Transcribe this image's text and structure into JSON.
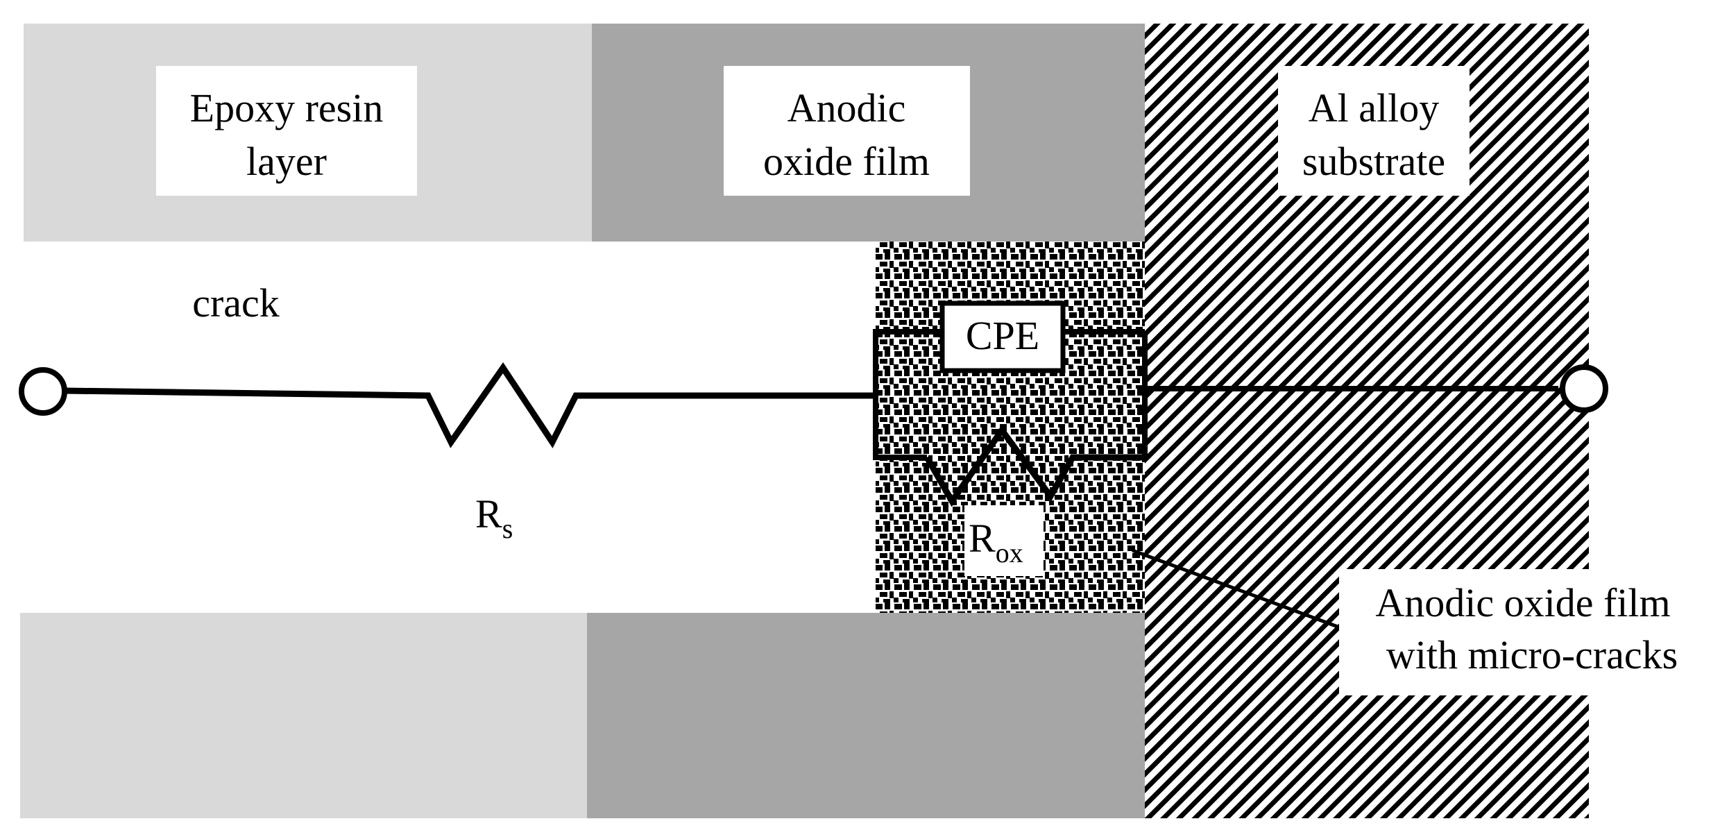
{
  "labels": {
    "epoxy_line1": "Epoxy resin",
    "epoxy_line2": "layer",
    "anodic_line1": "Anodic",
    "anodic_line2": "oxide film",
    "alloy_line1": "Al alloy",
    "alloy_line2": "substrate",
    "crack": "crack",
    "cpe": "CPE",
    "rs_main": "R",
    "rs_sub": "s",
    "rox_main": "R",
    "rox_sub": "ox",
    "callout_line1": "Anodic oxide film",
    "callout_line2": "with micro-cracks"
  },
  "colors": {
    "epoxy": "#d9d9d9",
    "anodic": "#a6a6a6",
    "ink": "#000000",
    "background": "#ffffff"
  }
}
